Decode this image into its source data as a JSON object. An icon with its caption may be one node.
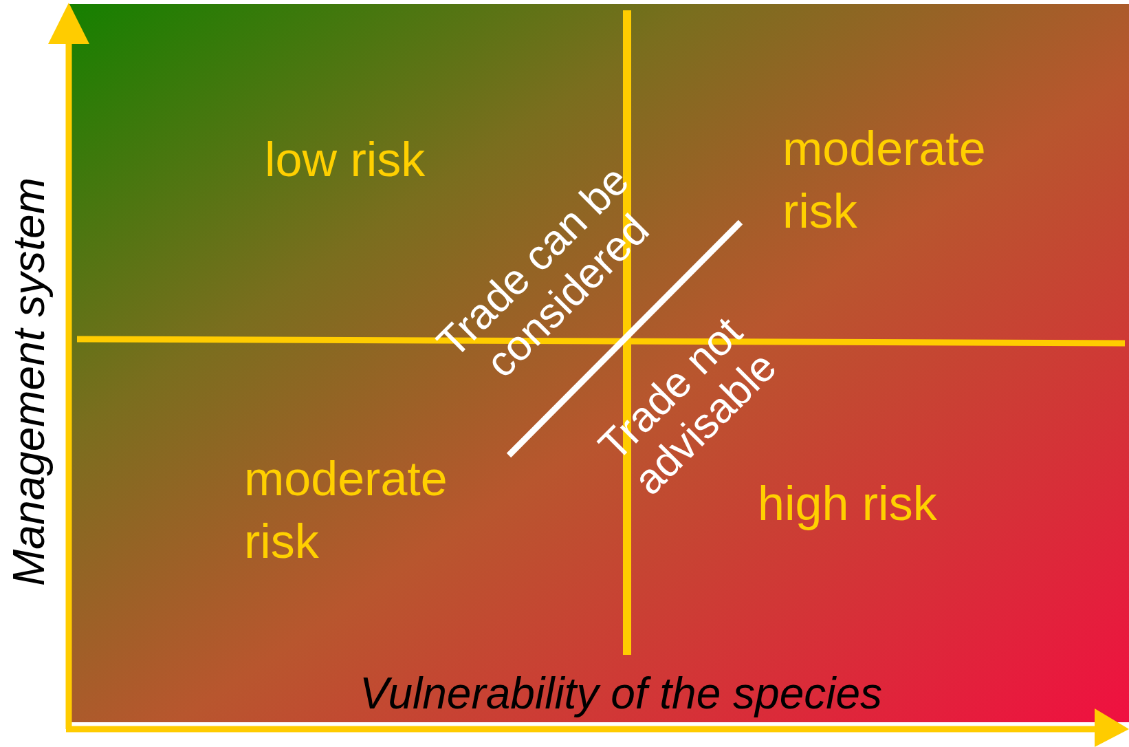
{
  "diagram": {
    "labels": [
      "low risk",
      "moderate risk",
      "Trade can be considered",
      "Trade not advisable",
      "moderate risk",
      "high risk",
      "Management system",
      "Vulnerability of the species"
    ]
  }
}
